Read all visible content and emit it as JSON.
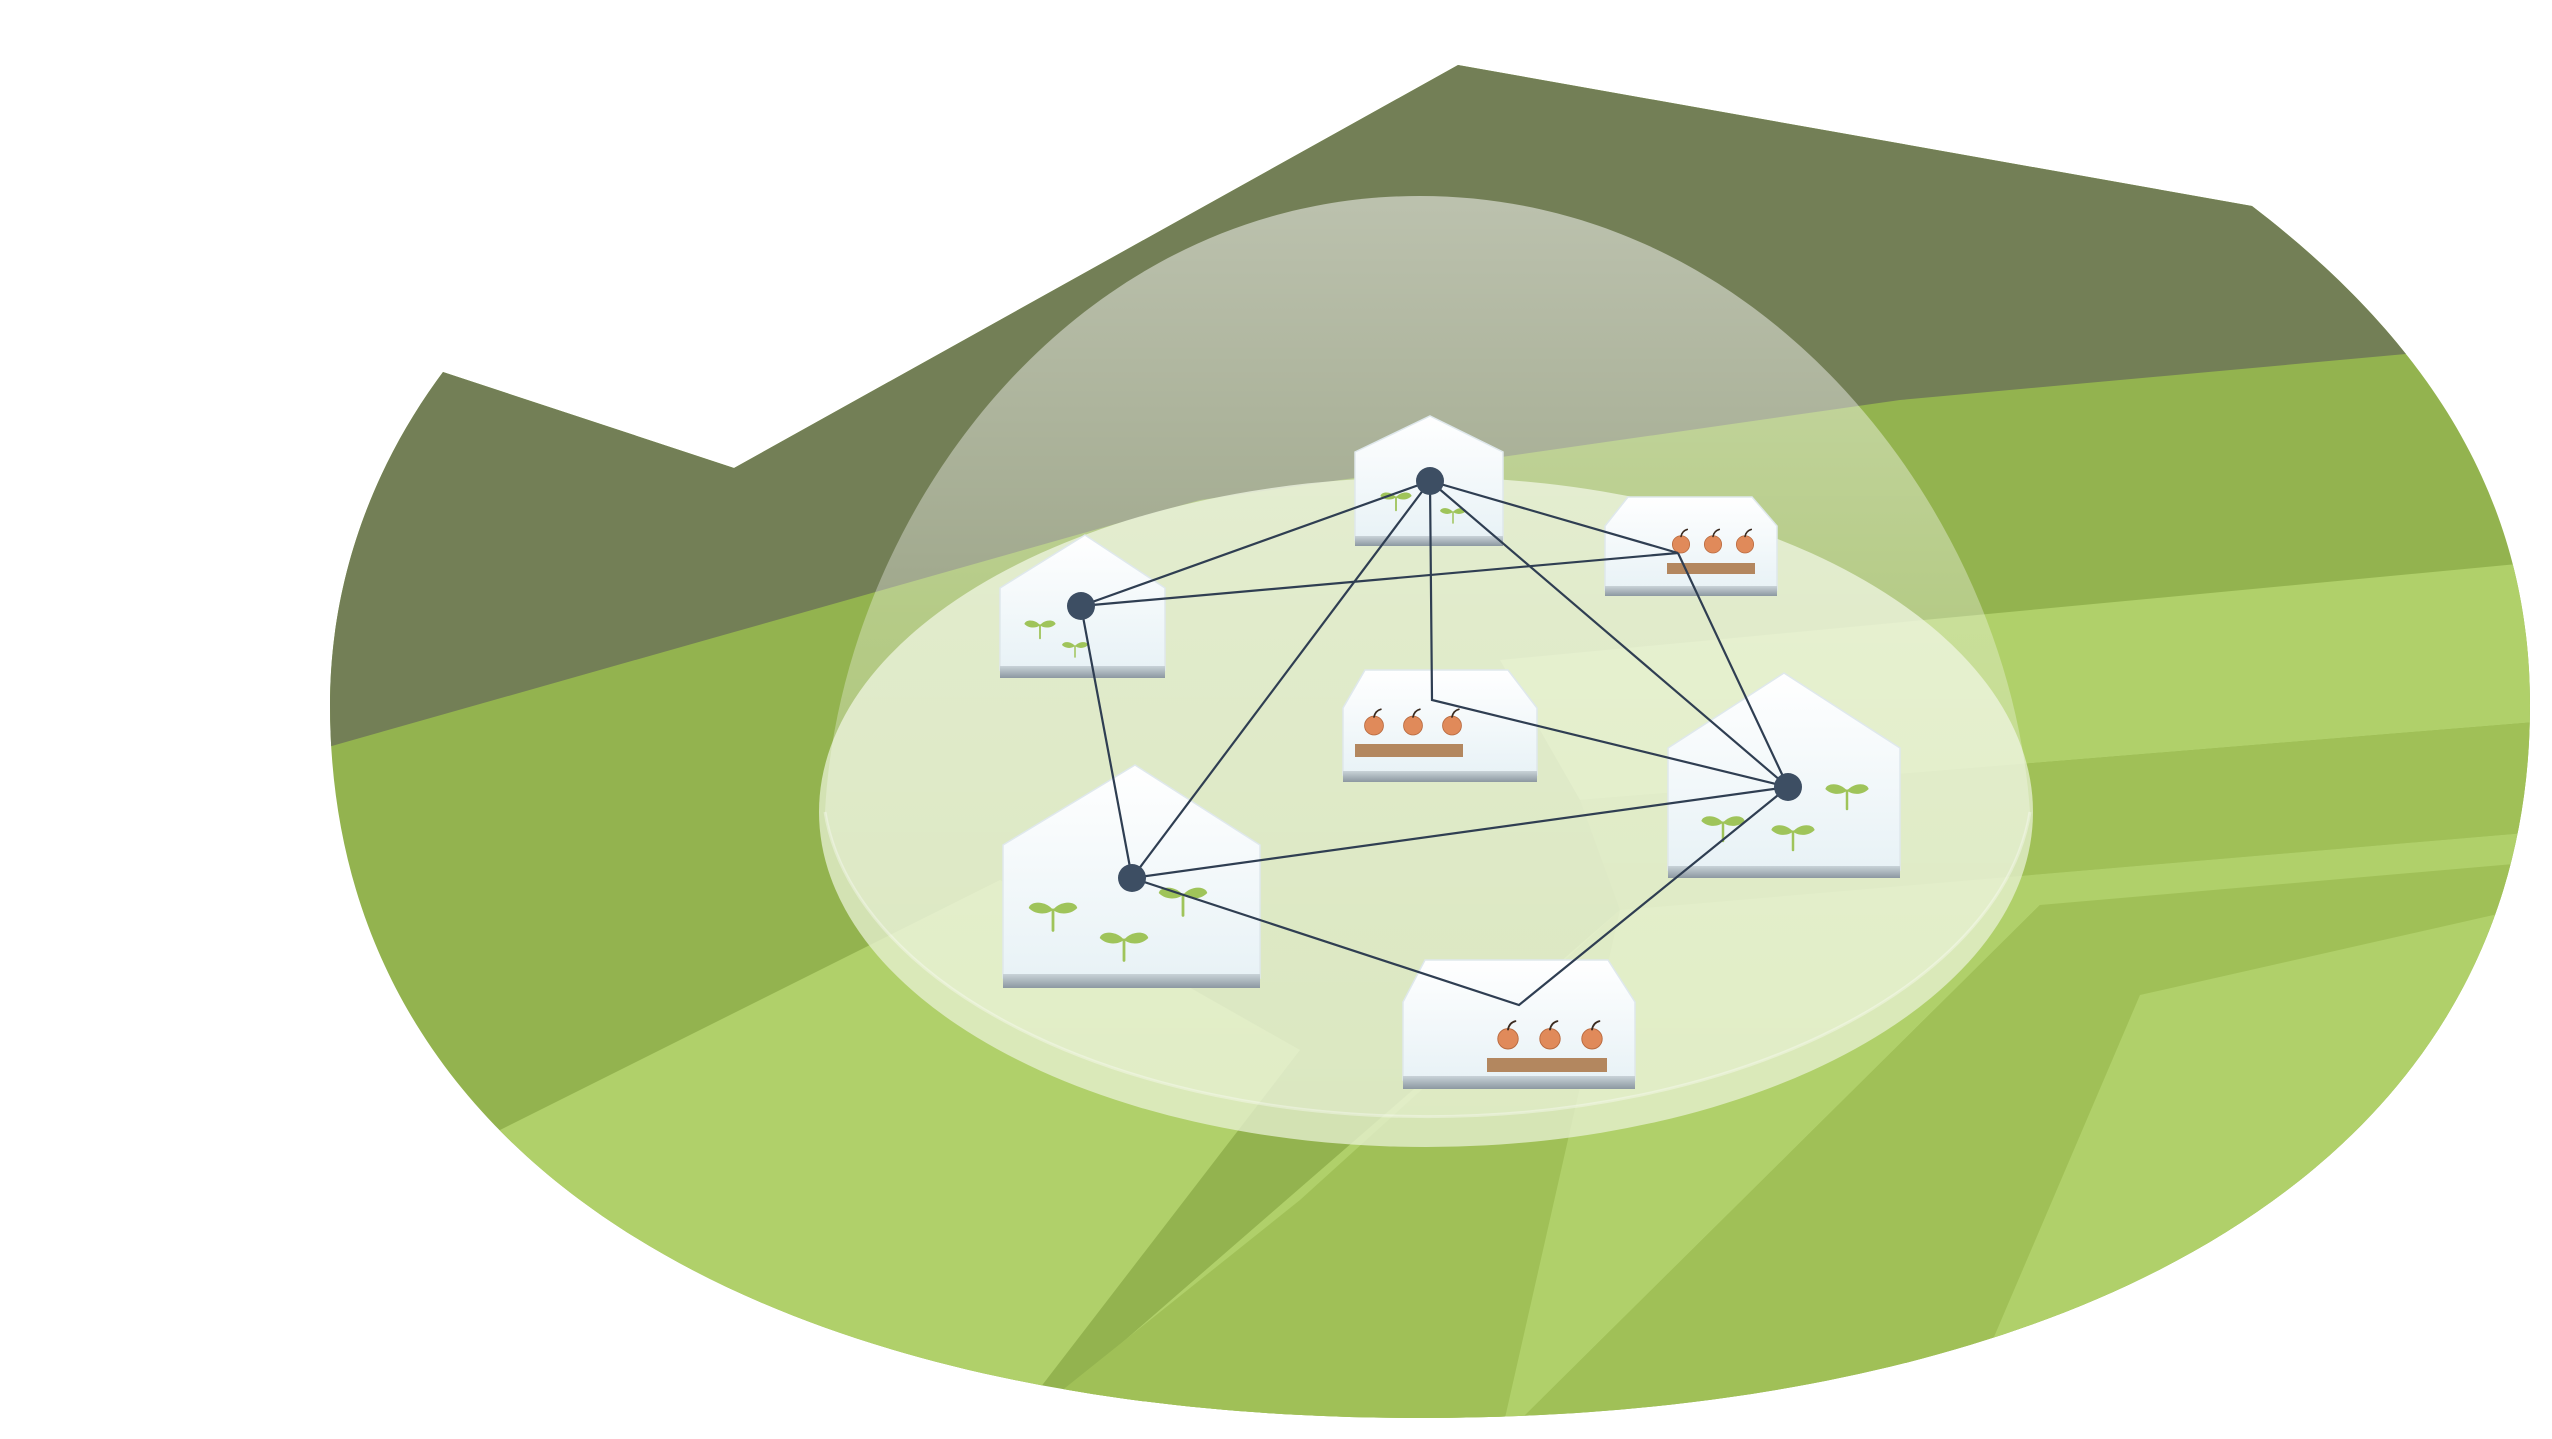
{
  "colors": {
    "background": "#ffffff",
    "hill_dark": "#737f56",
    "field_green": "#93b34f",
    "field_mid": "#a0c057",
    "field_light": "#b0d06a",
    "dome_base": "#e6f0cf",
    "greenhouse_wall": "#f5f9fb",
    "greenhouse_base": "#9aa5ad",
    "network_node": "#3d4e63",
    "network_link": "#2f3e52",
    "sprout": "#9fc45a",
    "fruit": "#e08a5a",
    "crate": "#b3875f"
  },
  "greenhouses": [
    {
      "id": "gh-top",
      "roof": "gable",
      "crop": "sprouts"
    },
    {
      "id": "gh-top-right",
      "roof": "hip",
      "crop": "fruits"
    },
    {
      "id": "gh-left",
      "roof": "gable",
      "crop": "sprouts"
    },
    {
      "id": "gh-center",
      "roof": "hip",
      "crop": "fruits"
    },
    {
      "id": "gh-right",
      "roof": "gable",
      "crop": "sprouts"
    },
    {
      "id": "gh-bottom-left",
      "roof": "gable",
      "crop": "sprouts"
    },
    {
      "id": "gh-bottom",
      "roof": "hip",
      "crop": "fruits"
    }
  ],
  "network": {
    "nodes": [
      "gh-top",
      "gh-left",
      "gh-bottom-left",
      "gh-right"
    ],
    "links": [
      [
        "gh-top",
        "gh-left"
      ],
      [
        "gh-top",
        "gh-top-right"
      ],
      [
        "gh-top",
        "gh-bottom-left"
      ],
      [
        "gh-top",
        "gh-center"
      ],
      [
        "gh-top",
        "gh-right"
      ],
      [
        "gh-left",
        "gh-top-right"
      ],
      [
        "gh-left",
        "gh-bottom-left"
      ],
      [
        "gh-top-right",
        "gh-right"
      ],
      [
        "gh-center",
        "gh-right"
      ],
      [
        "gh-bottom-left",
        "gh-right"
      ],
      [
        "gh-bottom-left",
        "gh-bottom"
      ],
      [
        "gh-bottom",
        "gh-right"
      ]
    ]
  }
}
